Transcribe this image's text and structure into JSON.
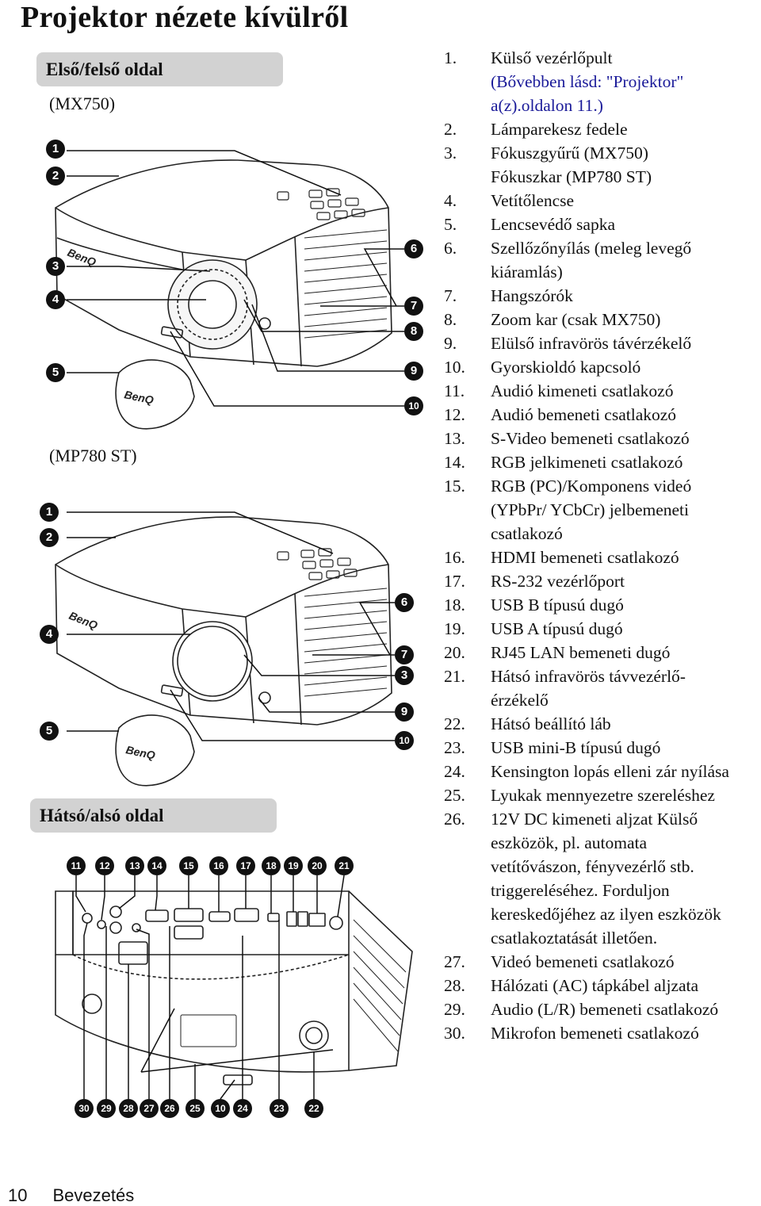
{
  "title": "Projektor nézete kívülről",
  "sections": {
    "front": "Első/felső oldal",
    "rear": "Hátsó/alsó oldal"
  },
  "models": {
    "a": "(MX750)",
    "b": "(MP780 ST)"
  },
  "callouts": {
    "mx750": [
      "1",
      "2",
      "3",
      "4",
      "5",
      "6",
      "7",
      "8",
      "9",
      "10"
    ],
    "mp780": [
      "1",
      "2",
      "4",
      "5",
      "6",
      "7",
      "3",
      "9",
      "10"
    ],
    "rear_top": [
      "11",
      "12",
      "13",
      "14",
      "15",
      "16",
      "17",
      "18",
      "19",
      "20",
      "21"
    ],
    "rear_bottom": [
      "30",
      "29",
      "28",
      "27",
      "26",
      "25",
      "10",
      "24",
      "23",
      "22"
    ]
  },
  "logo_text": "BenQ",
  "parts": [
    {
      "num": "1.",
      "lines": [
        "Külső vezérlőpult",
        "(Bővebben lásd: \"Projektor\"",
        "a(z).oldalon 11.)"
      ]
    },
    {
      "num": "2.",
      "lines": [
        "Lámparekesz fedele"
      ]
    },
    {
      "num": "3.",
      "lines": [
        "Fókuszgyűrű (MX750)",
        "Fókuszkar (MP780 ST)"
      ]
    },
    {
      "num": "4.",
      "lines": [
        "Vetítőlencse"
      ]
    },
    {
      "num": "5.",
      "lines": [
        "Lencsevédő sapka"
      ]
    },
    {
      "num": "6.",
      "lines": [
        "Szellőzőnyílás (meleg levegő",
        "kiáramlás)"
      ]
    },
    {
      "num": "7.",
      "lines": [
        "Hangszórók"
      ]
    },
    {
      "num": "8.",
      "lines": [
        "Zoom kar (csak MX750)"
      ]
    },
    {
      "num": "9.",
      "lines": [
        "Elülső infravörös távérzékelő"
      ]
    },
    {
      "num": "10.",
      "lines": [
        "Gyorskioldó kapcsoló"
      ]
    },
    {
      "num": "11.",
      "lines": [
        "Audió kimeneti csatlakozó"
      ]
    },
    {
      "num": "12.",
      "lines": [
        "Audió bemeneti csatlakozó"
      ]
    },
    {
      "num": "13.",
      "lines": [
        "S-Video bemeneti csatlakozó"
      ]
    },
    {
      "num": "14.",
      "lines": [
        "RGB jelkimeneti csatlakozó"
      ]
    },
    {
      "num": "15.",
      "lines": [
        "RGB (PC)/Komponens videó",
        "(YPbPr/ YCbCr) jelbemeneti",
        "csatlakozó"
      ]
    },
    {
      "num": "16.",
      "lines": [
        "HDMI bemeneti csatlakozó"
      ]
    },
    {
      "num": "17.",
      "lines": [
        "RS-232 vezérlőport"
      ]
    },
    {
      "num": "18.",
      "lines": [
        "USB B típusú dugó"
      ]
    },
    {
      "num": "19.",
      "lines": [
        "USB A típusú dugó"
      ]
    },
    {
      "num": "20.",
      "lines": [
        "RJ45 LAN bemeneti dugó"
      ]
    },
    {
      "num": "21.",
      "lines": [
        "Hátsó infravörös távvezérlő-",
        "érzékelő"
      ]
    },
    {
      "num": "22.",
      "lines": [
        "Hátsó beállító láb"
      ]
    },
    {
      "num": "23.",
      "lines": [
        "USB mini-B típusú dugó"
      ]
    },
    {
      "num": "24.",
      "lines": [
        "Kensington lopás elleni zár nyílása"
      ]
    },
    {
      "num": "25.",
      "lines": [
        "Lyukak mennyezetre szereléshez"
      ]
    },
    {
      "num": "26.",
      "lines": [
        "12V DC kimeneti aljzat Külső",
        "eszközök, pl. automata",
        "vetítővászon, fényvezérlő stb.",
        "triggereléséhez. Forduljon",
        "kereskedőjéhez az ilyen eszközök",
        "csatlakoztatását illetően."
      ]
    },
    {
      "num": "27.",
      "lines": [
        "Videó bemeneti csatlakozó"
      ]
    },
    {
      "num": "28.",
      "lines": [
        "Hálózati (AC) tápkábel aljzata"
      ]
    },
    {
      "num": "29.",
      "lines": [
        "Audio (L/R) bemeneti csatlakozó"
      ]
    },
    {
      "num": "30.",
      "lines": [
        "Mikrofon bemeneti csatlakozó"
      ]
    }
  ],
  "footer": {
    "page_number": "10",
    "section": "Bevezetés"
  }
}
